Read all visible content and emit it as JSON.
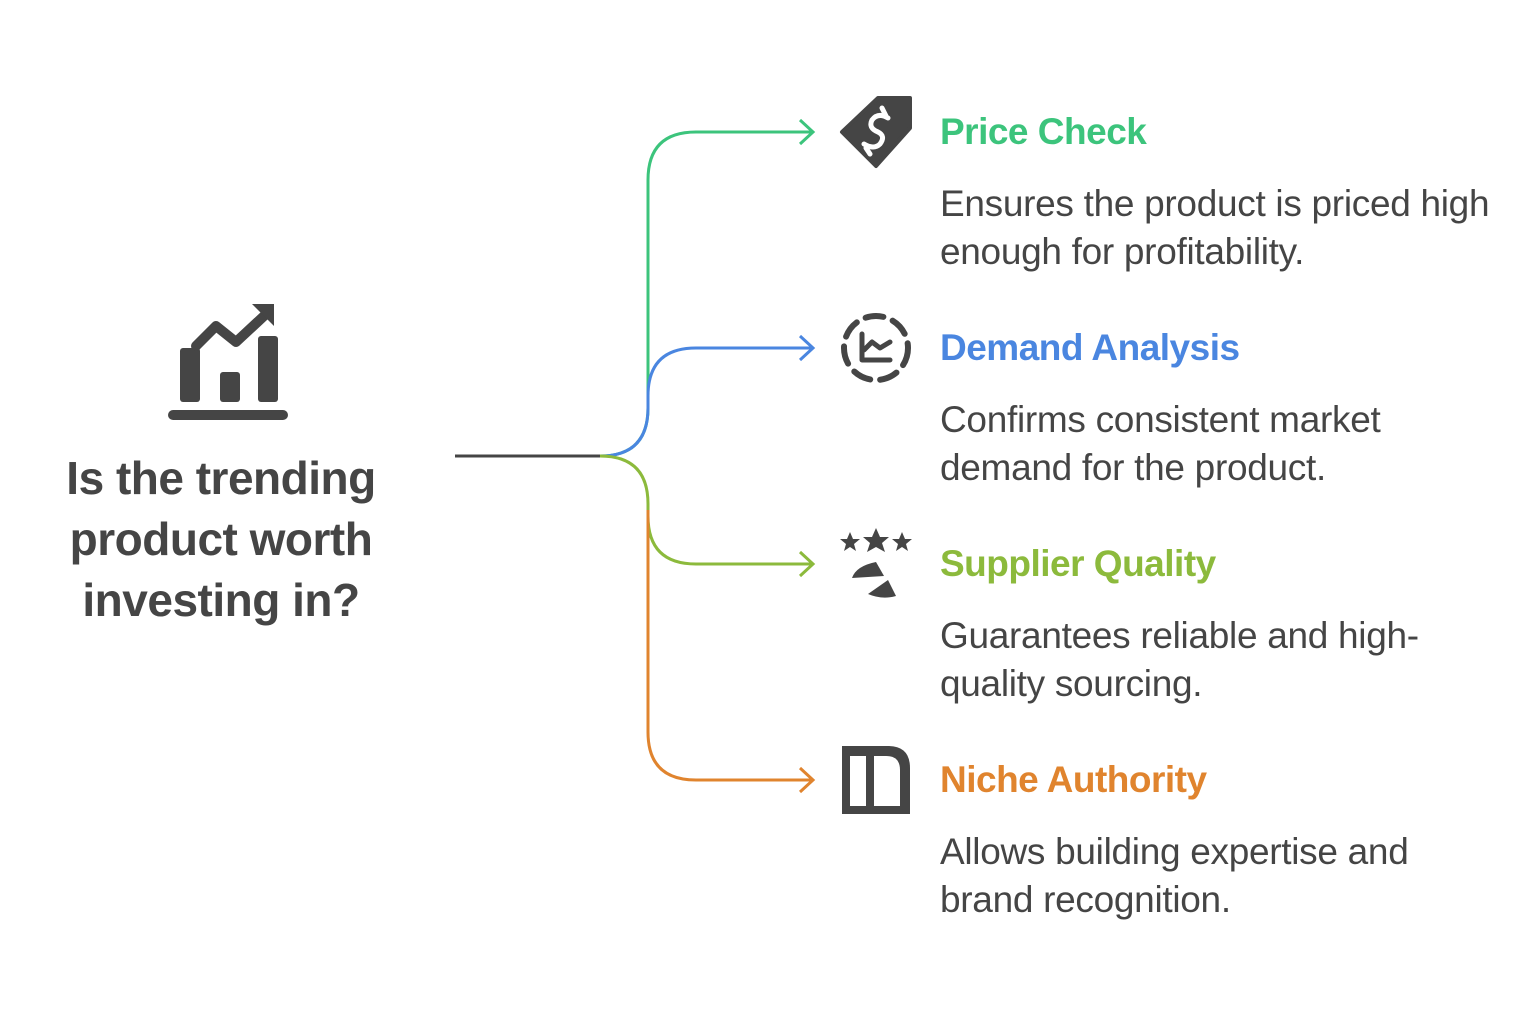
{
  "question": "Is the trending product worth investing in?",
  "colors": {
    "price": "#3cc47c",
    "demand": "#4a86e0",
    "supplier": "#8cba3c",
    "niche": "#e0842e",
    "text": "#454545"
  },
  "items": [
    {
      "title": "Price Check",
      "description": "Ensures the product is priced high enough for profitability.",
      "icon": "price-tag-icon"
    },
    {
      "title": "Demand Analysis",
      "description": "Confirms consistent market demand for the product.",
      "icon": "chart-circle-icon"
    },
    {
      "title": "Supplier Quality",
      "description": "Guarantees reliable and high-quality sourcing.",
      "icon": "stars-hand-icon"
    },
    {
      "title": "Niche Authority",
      "description": "Allows building expertise and brand recognition.",
      "icon": "book-icon"
    }
  ]
}
